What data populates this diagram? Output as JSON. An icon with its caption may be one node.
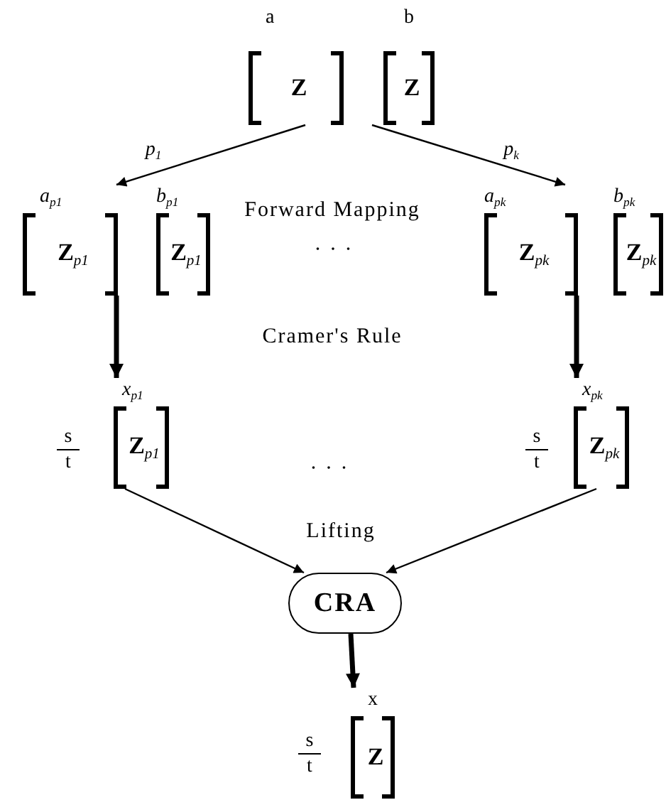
{
  "diagram": {
    "nodes": [
      {
        "text": [
          "a",
          "Z"
        ]
      },
      {
        "text": [
          "b",
          "Z"
        ]
      },
      {
        "text": [
          "*a*$_{p1}$",
          "Z$_{p1}$"
        ]
      },
      {
        "text": [
          "*b*$_{p1}$",
          "Z$_{p1}$"
        ]
      },
      {
        "text": [
          "*a*$_{pk}$",
          "Z$_{pk}$"
        ]
      },
      {
        "text": [
          "*b*$_{pk}$",
          "Z$_{pk}$"
        ]
      },
      {
        "text": [
          "*x*$_{p1}$",
          "Z$_{p1}$"
        ],
        "beside": [
          "s",
          "t"
        ]
      },
      {
        "text": [
          "*x*$_{pk}$",
          "Z$_{pk}$"
        ],
        "beside": [
          "s",
          "t"
        ]
      },
      {
        "text": [
          "CRA"
        ]
      },
      {
        "text": [
          "x",
          "Z"
        ],
        "beside": [
          "s",
          "t"
        ]
      }
    ],
    "edges": [
      {
        "from": 0,
        "to": 2,
        "arrow": "to",
        "label": "*p*$_{1}$"
      },
      {
        "from": 1,
        "to": 4,
        "arrow": "to",
        "label": "*p*$_{k}$"
      },
      {
        "from": 2,
        "to": 6,
        "arrow": "to",
        "style": "thick"
      },
      {
        "from": 4,
        "to": 7,
        "arrow": "to",
        "style": "thick"
      },
      {
        "from": 6,
        "to": 8,
        "arrow": "to"
      },
      {
        "from": 7,
        "to": 8,
        "arrow": "to"
      },
      {
        "from": 8,
        "to": 9,
        "arrow": "to",
        "style": "thick"
      }
    ],
    "labels": [
      "Forward Mapping",
      "· · ·",
      "Cramer's Rule",
      "· · ·",
      "Lifting"
    ]
  }
}
